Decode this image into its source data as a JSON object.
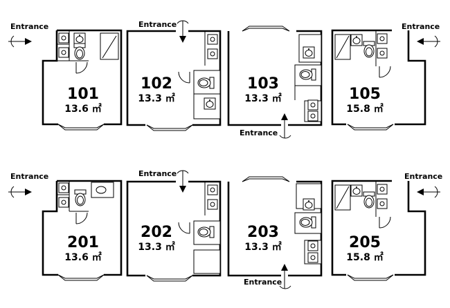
{
  "units": [
    {
      "number": "101",
      "area": "13.6 ㎡",
      "entrance": "Entrance"
    },
    {
      "number": "102",
      "area": "13.3 ㎡",
      "entrance": "Entrance"
    },
    {
      "number": "103",
      "area": "13.3 ㎡",
      "entrance": "Entrance"
    },
    {
      "number": "105",
      "area": "15.8 ㎡",
      "entrance": "Entrance"
    },
    {
      "number": "201",
      "area": "13.6 ㎡",
      "entrance": "Entrance"
    },
    {
      "number": "202",
      "area": "13.3 ㎡",
      "entrance": "Entrance"
    },
    {
      "number": "203",
      "area": "13.3 ㎡",
      "entrance": "Entrance"
    },
    {
      "number": "205",
      "area": "15.8 ㎡",
      "entrance": "Entrance"
    }
  ]
}
